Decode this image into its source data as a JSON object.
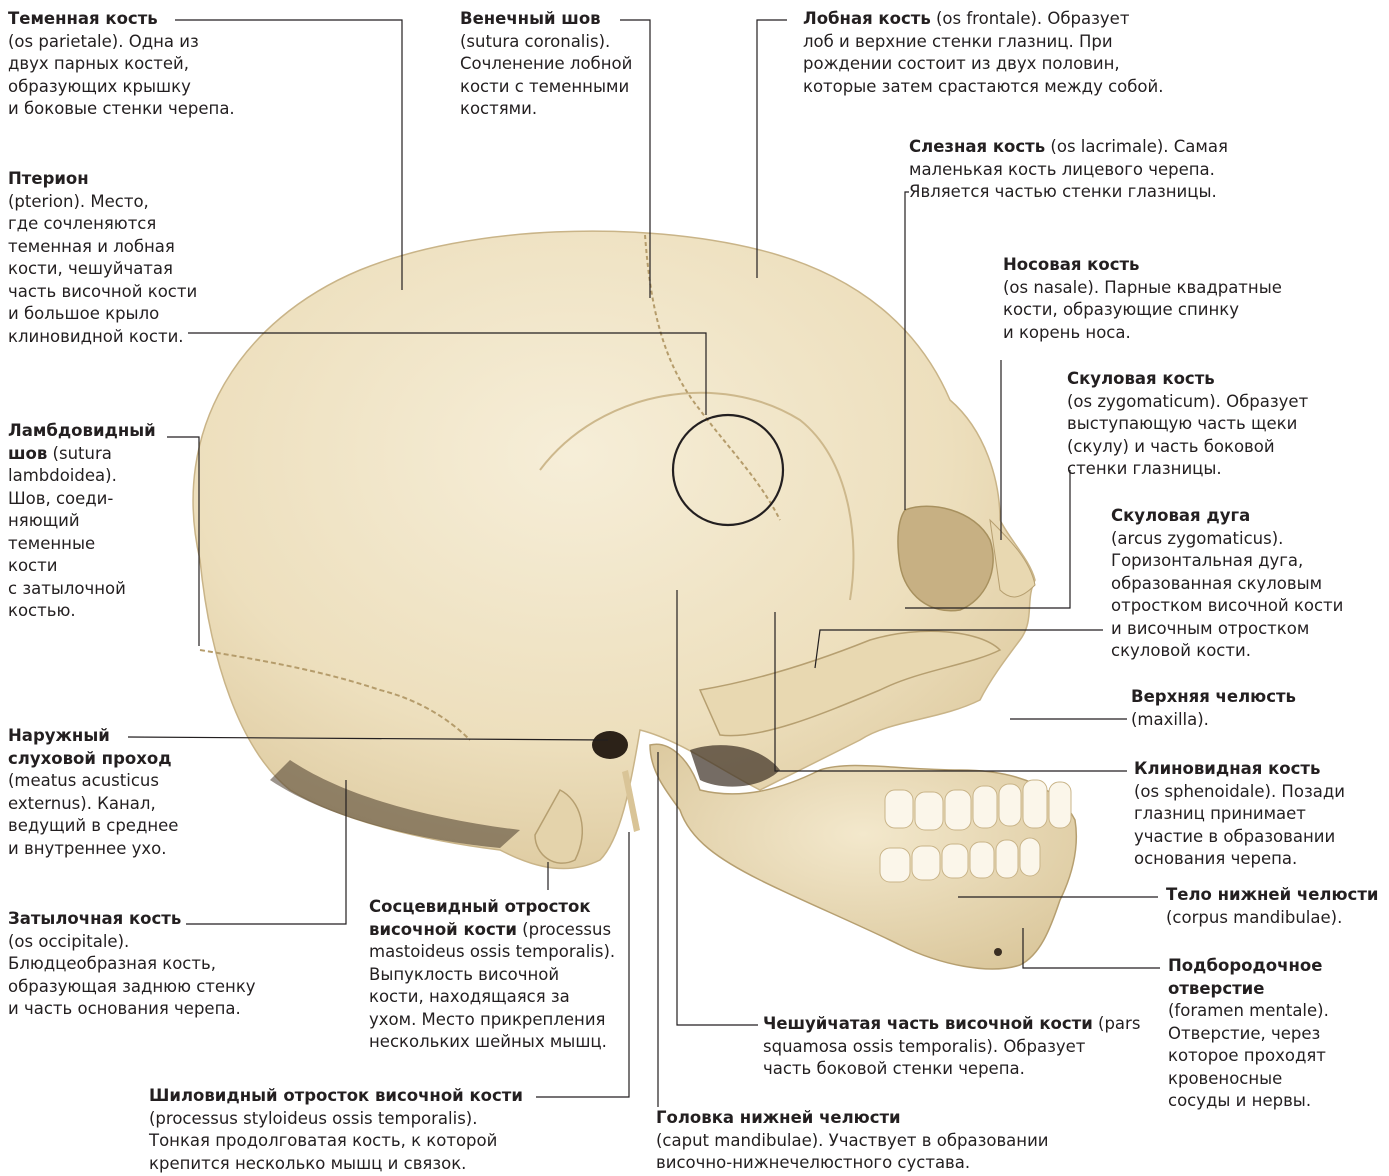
{
  "colors": {
    "bone": "#efe3c4",
    "bone_shadow": "#d8c59c",
    "line": "#231f20",
    "background": "#ffffff"
  },
  "labels": {
    "parietal": {
      "title": "Теменная кость",
      "title_rest": "",
      "desc": [
        "(os parietale). Одна из",
        "двух парных костей,",
        "образующих крышку",
        "и боковые стенки черепа."
      ]
    },
    "coronal": {
      "title": "Венечный шов",
      "title_rest": "",
      "desc": [
        "(sutura coronalis).",
        "Сочленение лобной",
        "кости с теменными",
        "костями."
      ]
    },
    "frontal": {
      "title": "Лобная кость",
      "title_rest": " (os frontale). Образует",
      "desc": [
        "лоб и верхние стенки глазниц. При",
        "рождении состоит из двух половин,",
        "которые затем срастаются между собой."
      ]
    },
    "lacrimal": {
      "title": "Слезная кость",
      "title_rest": " (os lacrimale). Самая",
      "desc": [
        "маленькая кость лицевого черепа.",
        "Является частью стенки глазницы."
      ]
    },
    "pterion": {
      "title": "Птерион",
      "title_rest": "",
      "desc": [
        "(pterion). Место,",
        "где сочленяются",
        "теменная и лобная",
        "кости, чешуйчатая",
        "часть височной кости",
        "и большое крыло",
        "клиновидной кости."
      ]
    },
    "nasal": {
      "title": "Носовая кость",
      "title_rest": "",
      "desc": [
        "(os nasale). Парные квадратные",
        "кости, образующие спинку",
        "и корень носа."
      ]
    },
    "zygomatic": {
      "title": "Скуловая кость",
      "title_rest": "",
      "desc": [
        "(os zygomaticum). Образует",
        "выступающую часть щеки",
        "(скулу) и часть боковой",
        "стенки глазницы."
      ]
    },
    "lambdoid": {
      "title": "Ламбдовидный",
      "title_rest": "",
      "title2": "шов",
      "title2_rest": " (sutura",
      "desc": [
        "lambdoidea).",
        "Шов, соеди-",
        "няющий",
        "теменные",
        "кости",
        "с затылочной",
        "костью."
      ]
    },
    "arch": {
      "title": "Скуловая дуга",
      "title_rest": "",
      "desc": [
        "(arcus zygomaticus).",
        "Горизонтальная дуга,",
        "образованная скуловым",
        "отростком височной кости",
        "и височным отростком",
        "скуловой кости."
      ]
    },
    "maxilla": {
      "title": "Верхняя челюсть",
      "title_rest": "",
      "desc": [
        "(maxilla)."
      ]
    },
    "meatus": {
      "title": "Наружный",
      "title_rest": "",
      "title2": "слуховой проход",
      "title2_rest": "",
      "desc": [
        "(meatus acusticus",
        "externus). Канал,",
        "ведущий в среднее",
        "и внутреннее ухо."
      ]
    },
    "sphenoid": {
      "title": "Клиновидная кость",
      "title_rest": "",
      "desc": [
        "(os sphenoidale). Позади",
        "глазниц принимает",
        "участие в образовании",
        "основания черепа."
      ]
    },
    "body": {
      "title": "Тело нижней челюсти",
      "title_rest": "",
      "desc": [
        "(corpus mandibulae)."
      ]
    },
    "occipital": {
      "title": "Затылочная кость",
      "title_rest": "",
      "desc": [
        "(os occipitale).",
        "Блюдцеобразная кость,",
        "образующая заднюю стенку",
        "и часть основания черепа."
      ]
    },
    "mastoid": {
      "title": "Сосцевидный отросток",
      "title_rest": "",
      "title2": "височной кости",
      "title2_rest": " (processus",
      "desc": [
        "mastoideus ossis temporalis).",
        "Выпуклость височной",
        "кости, находящаяся за",
        "ухом. Место прикрепления",
        "нескольких шейных мышц."
      ]
    },
    "mental": {
      "title": "Подбородочное",
      "title_rest": "",
      "title2": "отверстие",
      "title2_rest": "",
      "desc": [
        "(foramen mentale).",
        "Отверстие, через",
        "которое проходят",
        "кровеносные",
        "сосуды и нервы."
      ]
    },
    "squamous": {
      "title": "Чешуйчатая часть височной кости",
      "title_rest": " (pars",
      "desc": [
        "squamosa ossis temporalis). Образует",
        "часть боковой стенки черепа."
      ]
    },
    "styloid": {
      "title": "Шиловидный отросток височной кости",
      "title_rest": "",
      "desc": [
        "(processus styloideus ossis temporalis).",
        "Тонкая продолговатая кость, к которой",
        "крепится несколько мышц и связок."
      ]
    },
    "condyle": {
      "title": "Головка нижней челюсти",
      "title_rest": "",
      "desc": [
        "(caput mandibulae). Участвует в образовании",
        "височно-нижнечелюстного сустава."
      ]
    }
  }
}
